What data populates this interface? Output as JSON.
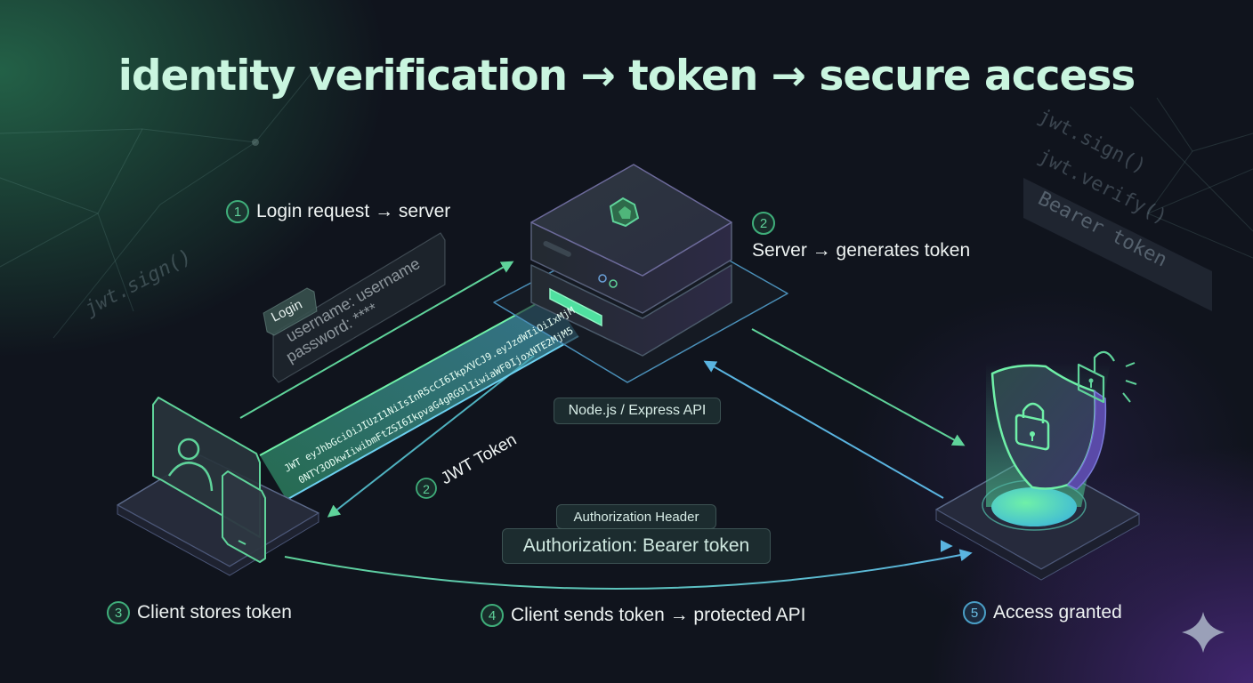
{
  "title": "identity verification → token → secure access",
  "steps": [
    {
      "num": "1",
      "label": "Login request → server"
    },
    {
      "num": "2",
      "label": "Server → generates token"
    },
    {
      "num": "2",
      "label": "JWT Token"
    },
    {
      "num": "3",
      "label": "Client stores token"
    },
    {
      "num": "4",
      "label": "Client sends token → protected API"
    },
    {
      "num": "5",
      "label": "Access granted"
    }
  ],
  "login_card": {
    "tab": "Login",
    "username_line": "username: username",
    "password_line": "password: ****"
  },
  "token_stream": {
    "line1": "JWT eyJhbGciOiJIUzI1NiIsInR5cCI6IkpXVCJ9.eyJzdWIiOiIxMjM",
    "line2": "0NTY3ODkwIiwibmFtZSI6IkpvaG4gRG9lIiwiaWF0IjoxNTE2MjM5"
  },
  "server_label": "Node.js / Express API",
  "auth_header": {
    "caption": "Authorization Header",
    "value": "Authorization: Bearer token"
  },
  "background_code": {
    "left": "jwt.sign()",
    "right_lines": [
      "jwt.sign()",
      "jwt.verify()",
      "Bearer token"
    ]
  },
  "icons": {
    "client": "user-device-icon",
    "server": "server-stack-icon",
    "server_emblem": "hexagon-gem-icon",
    "shield": "shield-lock-icon",
    "unlocked": "unlocked-padlock-icon",
    "sparkle": "sparkle-icon"
  },
  "colors": {
    "green": "#5fd39a",
    "blue": "#5ab4e0",
    "purple": "#7a5cc6",
    "title": "#c9f5df"
  }
}
